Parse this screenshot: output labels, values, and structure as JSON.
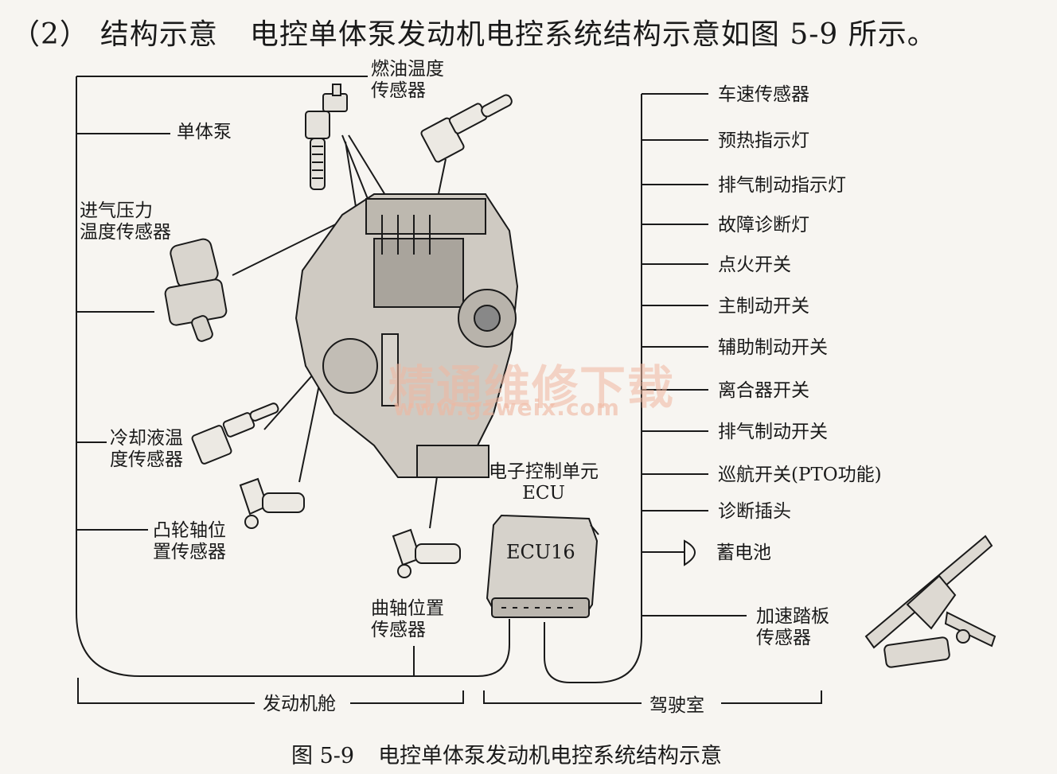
{
  "heading": {
    "number": "（2）",
    "title": "结构示意",
    "text": "电控单体泵发动机电控系统结构示意如图 5-9 所示。"
  },
  "left_labels": {
    "fuel_temp_sensor_1": "燃油温度",
    "fuel_temp_sensor_2": "传感器",
    "unit_pump": "单体泵",
    "intake_sensor_1": "进气压力",
    "intake_sensor_2": "温度传感器",
    "coolant_sensor_1": "冷却液温",
    "coolant_sensor_2": "度传感器",
    "camshaft_sensor_1": "凸轮轴位",
    "camshaft_sensor_2": "置传感器",
    "crankshaft_sensor_1": "曲轴位置",
    "crankshaft_sensor_2": "传感器",
    "ecu_1": "电子控制单元",
    "ecu_2": "ECU",
    "ecu_device": "ECU16"
  },
  "right_labels": [
    "车速传感器",
    "预热指示灯",
    "排气制动指示灯",
    "故障诊断灯",
    "点火开关",
    "主制动开关",
    "辅助制动开关",
    "离合器开关",
    "排气制动开关",
    "巡航开关(PTO功能)",
    "诊断插头",
    "蓄电池"
  ],
  "accel_pedal_1": "加速踏板",
  "accel_pedal_2": "传感器",
  "sections": {
    "engine_bay": "发动机舱",
    "cab": "驾驶室"
  },
  "caption": {
    "figure": "图 5-9",
    "title": "电控单体泵发动机电控系统结构示意"
  },
  "watermark": {
    "cn": "精通维修下载",
    "url": "www.gzweix.com"
  }
}
